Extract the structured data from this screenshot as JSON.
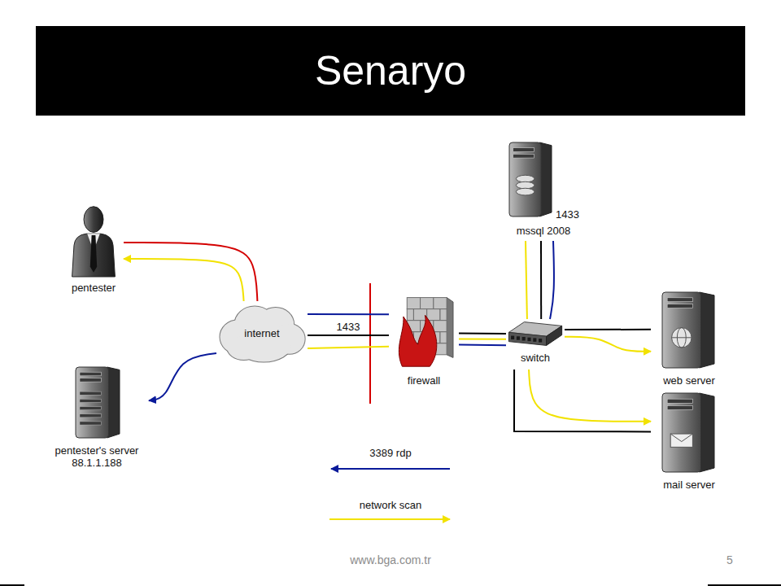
{
  "diagram": {
    "title": "Senaryo",
    "nodes": [
      {
        "text": [
          "pentester"
        ]
      },
      {
        "text": [
          "internet"
        ]
      },
      {
        "text": [
          "pentester's server 88.1.1.188"
        ]
      },
      {
        "text": [
          "firewall"
        ]
      },
      {
        "text": [
          "1433",
          "mssql 2008"
        ]
      },
      {
        "text": [
          "switch"
        ]
      },
      {
        "text": [
          "web server"
        ]
      },
      {
        "text": [
          "mail server"
        ]
      }
    ],
    "edges": [
      {
        "from": 1,
        "to": 0,
        "arrow": "none"
      },
      {
        "from": 1,
        "to": 0,
        "arrow": "to"
      },
      {
        "from": 1,
        "to": 2,
        "arrow": "to"
      },
      {
        "from": 1,
        "to": 3,
        "label": "1433",
        "arrow": "none"
      },
      {
        "from": 3,
        "to": 1,
        "arrow": "none"
      },
      {
        "from": 3,
        "to": 1,
        "arrow": "none"
      },
      {
        "from": 3,
        "to": 5,
        "arrow": "none"
      },
      {
        "from": 5,
        "to": 3,
        "arrow": "none"
      },
      {
        "from": 5,
        "to": 3,
        "arrow": "none"
      },
      {
        "from": 4,
        "to": 5,
        "arrow": "none"
      },
      {
        "from": 4,
        "to": 5,
        "arrow": "none"
      },
      {
        "from": 4,
        "to": 5,
        "arrow": "none"
      },
      {
        "from": 5,
        "to": 6,
        "arrow": "none"
      },
      {
        "from": 5,
        "to": 6,
        "arrow": "to"
      },
      {
        "from": 5,
        "to": 7,
        "arrow": "none"
      },
      {
        "from": 5,
        "to": 7,
        "arrow": "to"
      }
    ],
    "labels": [
      "www.bga.com.tr",
      "5"
    ],
    "legend": [
      {
        "text": "3389 rdp"
      },
      {
        "text": "network scan"
      }
    ]
  }
}
